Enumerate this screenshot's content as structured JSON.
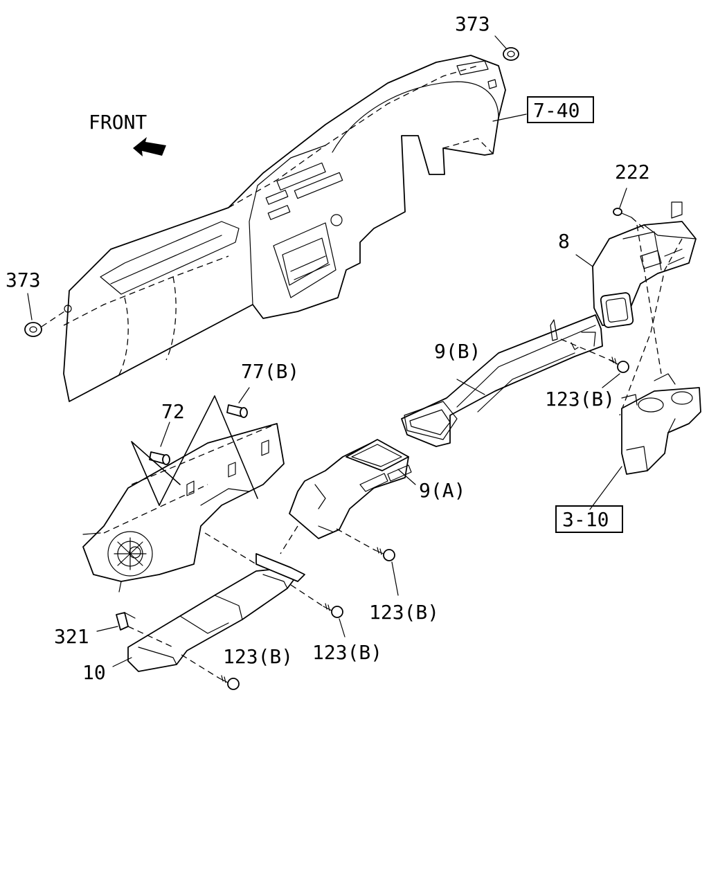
{
  "callouts": {
    "front": "FRONT",
    "p373_top": "373",
    "ref_7_40": "7-40",
    "p222": "222",
    "p8": "8",
    "p373_left": "373",
    "p9b": "9(B)",
    "p123b_right": "123(B)",
    "p77b": "77(B)",
    "p72": "72",
    "p9a": "9(A)",
    "ref_3_10": "3-10",
    "p123b_center": "123(B)",
    "p321": "321",
    "p123b_lower_mid": "123(B)",
    "p10": "10",
    "p123b_lower_left": "123(B)"
  }
}
